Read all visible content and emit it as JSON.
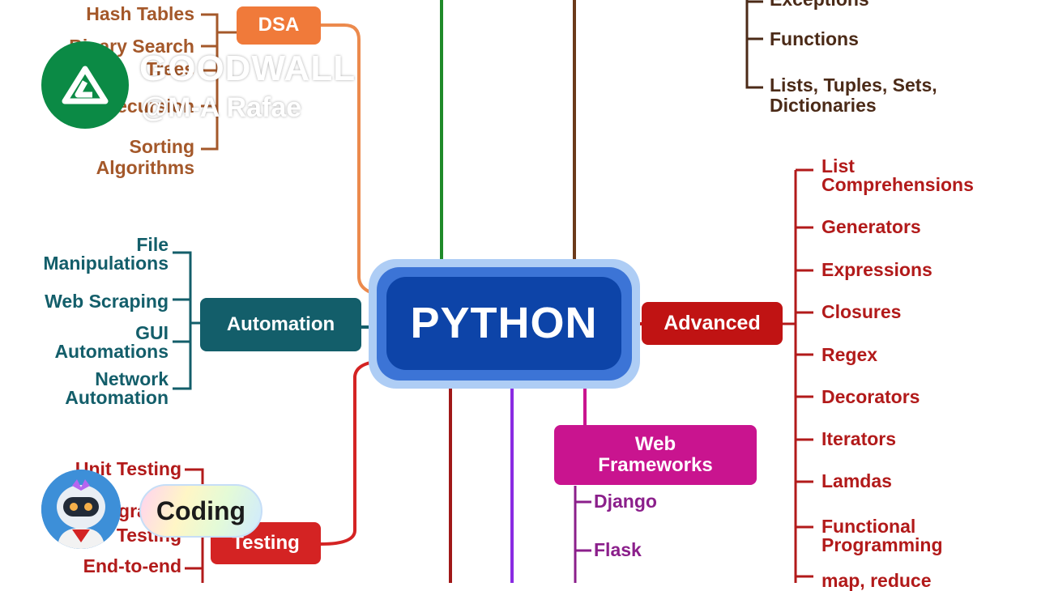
{
  "center": {
    "label": "PYTHON",
    "color": "#0d44a8"
  },
  "dsa": {
    "label": "DSA",
    "color": "#f07a3a",
    "items": [
      "Hash Tables",
      "Binary Search",
      "Trees",
      "Recursion",
      "Sorting\nAlgorithms"
    ]
  },
  "automation": {
    "label": "Automation",
    "color": "#135e6a",
    "items": [
      "File\nManipulations",
      "Web Scraping",
      "GUI\nAutomations",
      "Network\nAutomation"
    ]
  },
  "testing": {
    "label": "Testing",
    "color": "#d42323",
    "items": [
      "Unit Testing",
      "Integration",
      "Testing",
      "End-to-end"
    ]
  },
  "advanced": {
    "label": "Advanced",
    "color": "#c01313",
    "items": [
      "List\nComprehensions",
      "Generators",
      "Expressions",
      "Closures",
      "Regex",
      "Decorators",
      "Iterators",
      "Lamdas",
      "Functional\nProgramming",
      "map, reduce"
    ]
  },
  "basics": {
    "items": [
      "Exceptions",
      "Functions",
      "Lists, Tuples, Sets,\nDictionaries"
    ]
  },
  "web_frameworks": {
    "label": "Web\nFrameworks",
    "color": "#c9148f",
    "items": [
      "Django",
      "Flask"
    ]
  },
  "watermark": {
    "brand": "GOODWALL",
    "handle": "@M-A Rafae"
  },
  "badge": {
    "label": "Coding"
  }
}
